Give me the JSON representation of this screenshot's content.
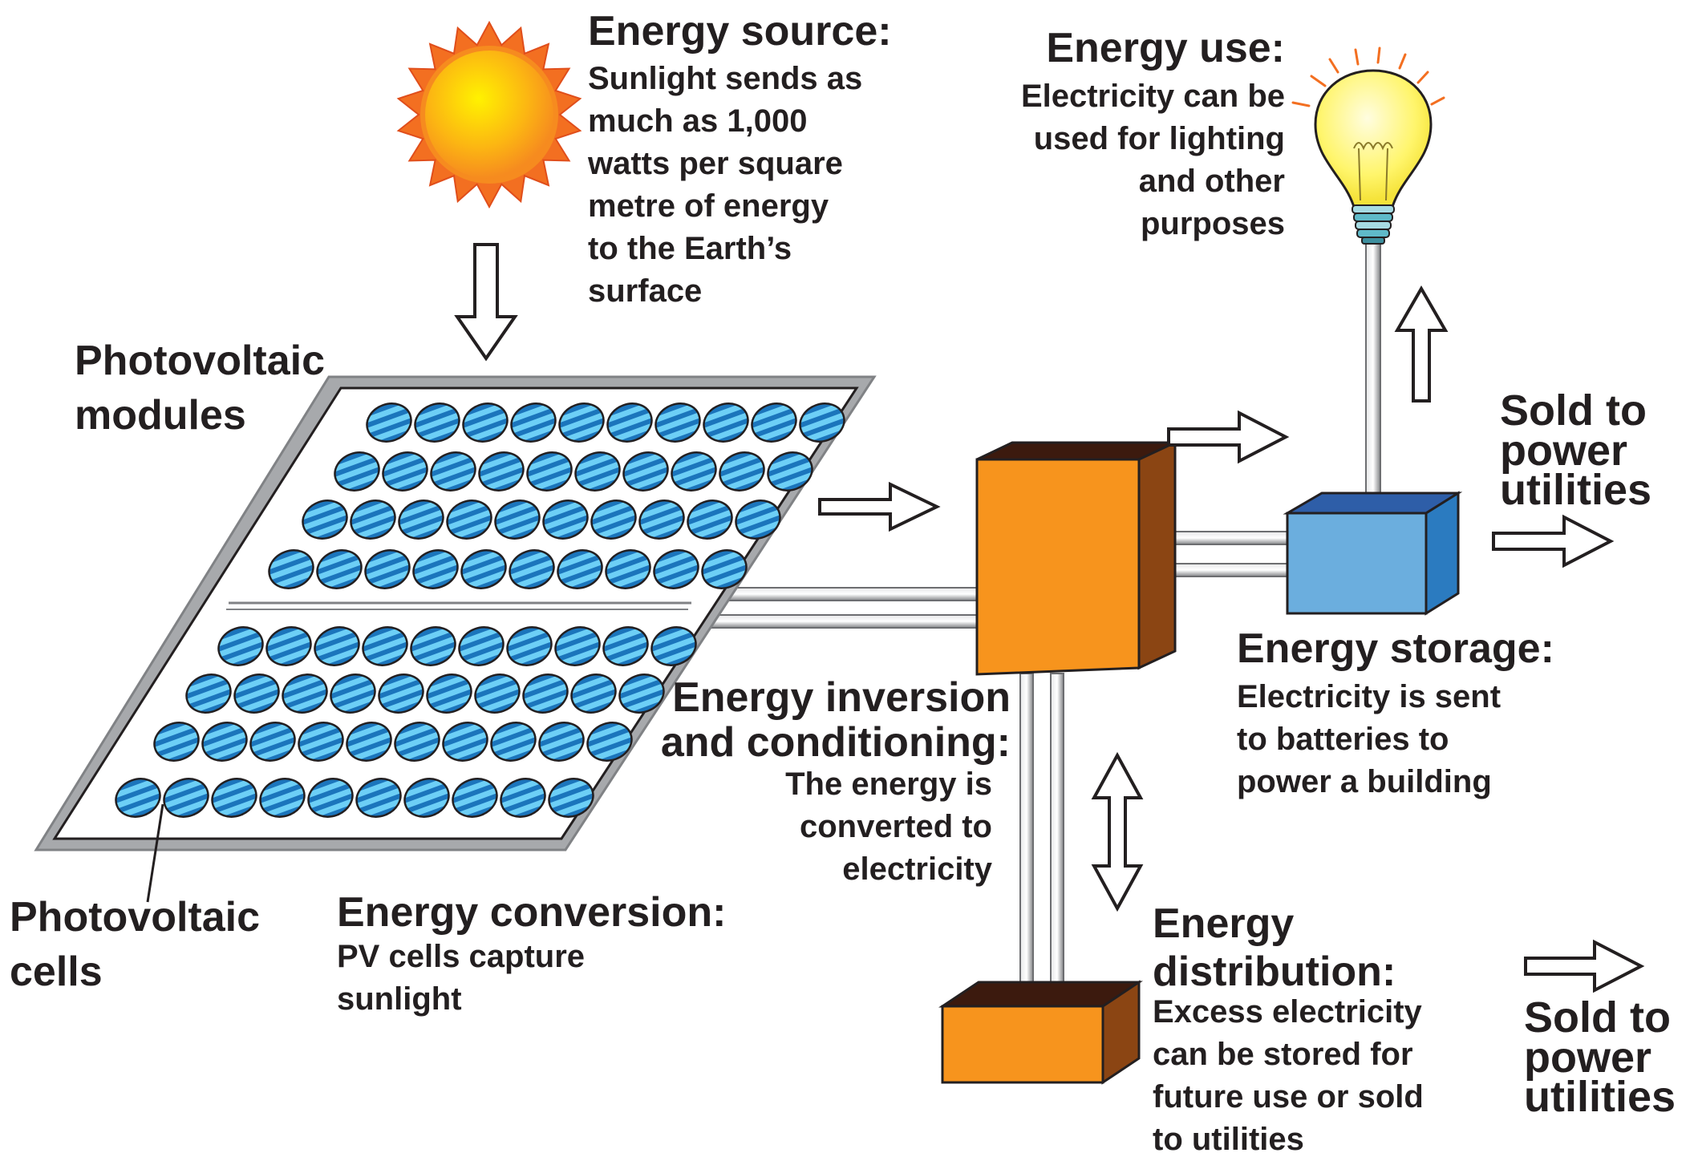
{
  "labels": {
    "source_title": "Energy source:",
    "source_body": "Sunlight sends as\nmuch as 1,000\nwatts per square\nmetre of energy\nto the Earth’s\nsurface",
    "use_title": "Energy use:",
    "use_body": "Electricity can be\nused for lighting\nand other\npurposes",
    "modules": "Photovoltaic\nmodules",
    "sold_top": "Sold to\npower\nutilities",
    "sold_bottom": "Sold to\npower\nutilities",
    "storage_title": "Energy storage:",
    "storage_body": "Electricity is sent\nto batteries to\npower a building",
    "inversion_title": "Energy inversion\nand conditioning:",
    "inversion_body": "The energy is\nconverted to\nelectricity",
    "cells": "Photovoltaic\ncells",
    "conversion_title": "Energy conversion:",
    "conversion_body": "PV cells capture\nsunlight",
    "distribution_title": "Energy\ndistribution:",
    "distribution_body": "Excess electricity\ncan be stored for\nfuture use or sold\nto utilities"
  },
  "colors": {
    "sun_outer": "#f36f21",
    "sun_inner": "#fcd116",
    "panel_frame": "#a7a9ac",
    "cell_dark": "#1b75bc",
    "cell_light": "#6dcff6",
    "inverter_front": "#f7941d",
    "inverter_side": "#8b4513",
    "inverter_top": "#3c1a0e",
    "battery_front": "#6baede",
    "battery_side": "#2b7bc0",
    "battery_top": "#2e5ea8",
    "bulb": "#fff56b",
    "pipe": "#bcbec0"
  },
  "icons": [
    "sun-icon",
    "solar-panel-icon",
    "inverter-box-icon",
    "battery-box-icon",
    "light-bulb-icon",
    "distribution-box-icon",
    "arrow-icon"
  ]
}
